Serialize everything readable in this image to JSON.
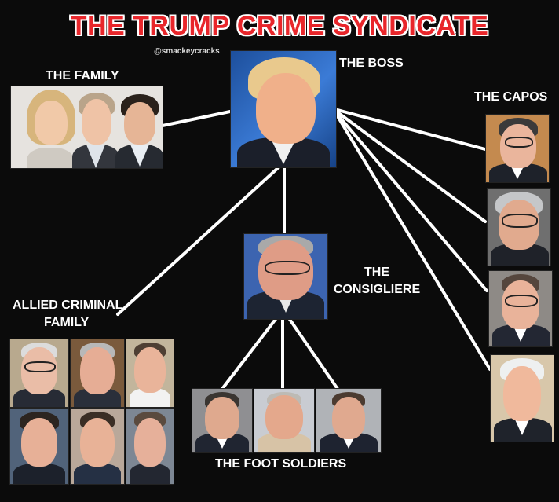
{
  "title": "THE TRUMP CRIME SYNDICATE",
  "credit": "@smackeycracks",
  "labels": {
    "family": "THE FAMILY",
    "boss": "THE BOSS",
    "capos": "THE CAPOS",
    "consigliere_line1": "THE",
    "consigliere_line2": "CONSIGLIERE",
    "allied_line1": "ALLIED CRIMINAL",
    "allied_line2": "FAMILY",
    "foot_soldiers": "THE FOOT SOLDIERS"
  },
  "colors": {
    "background": "#0b0b0b",
    "title_red": "#e8262b",
    "lines": "#ffffff"
  }
}
